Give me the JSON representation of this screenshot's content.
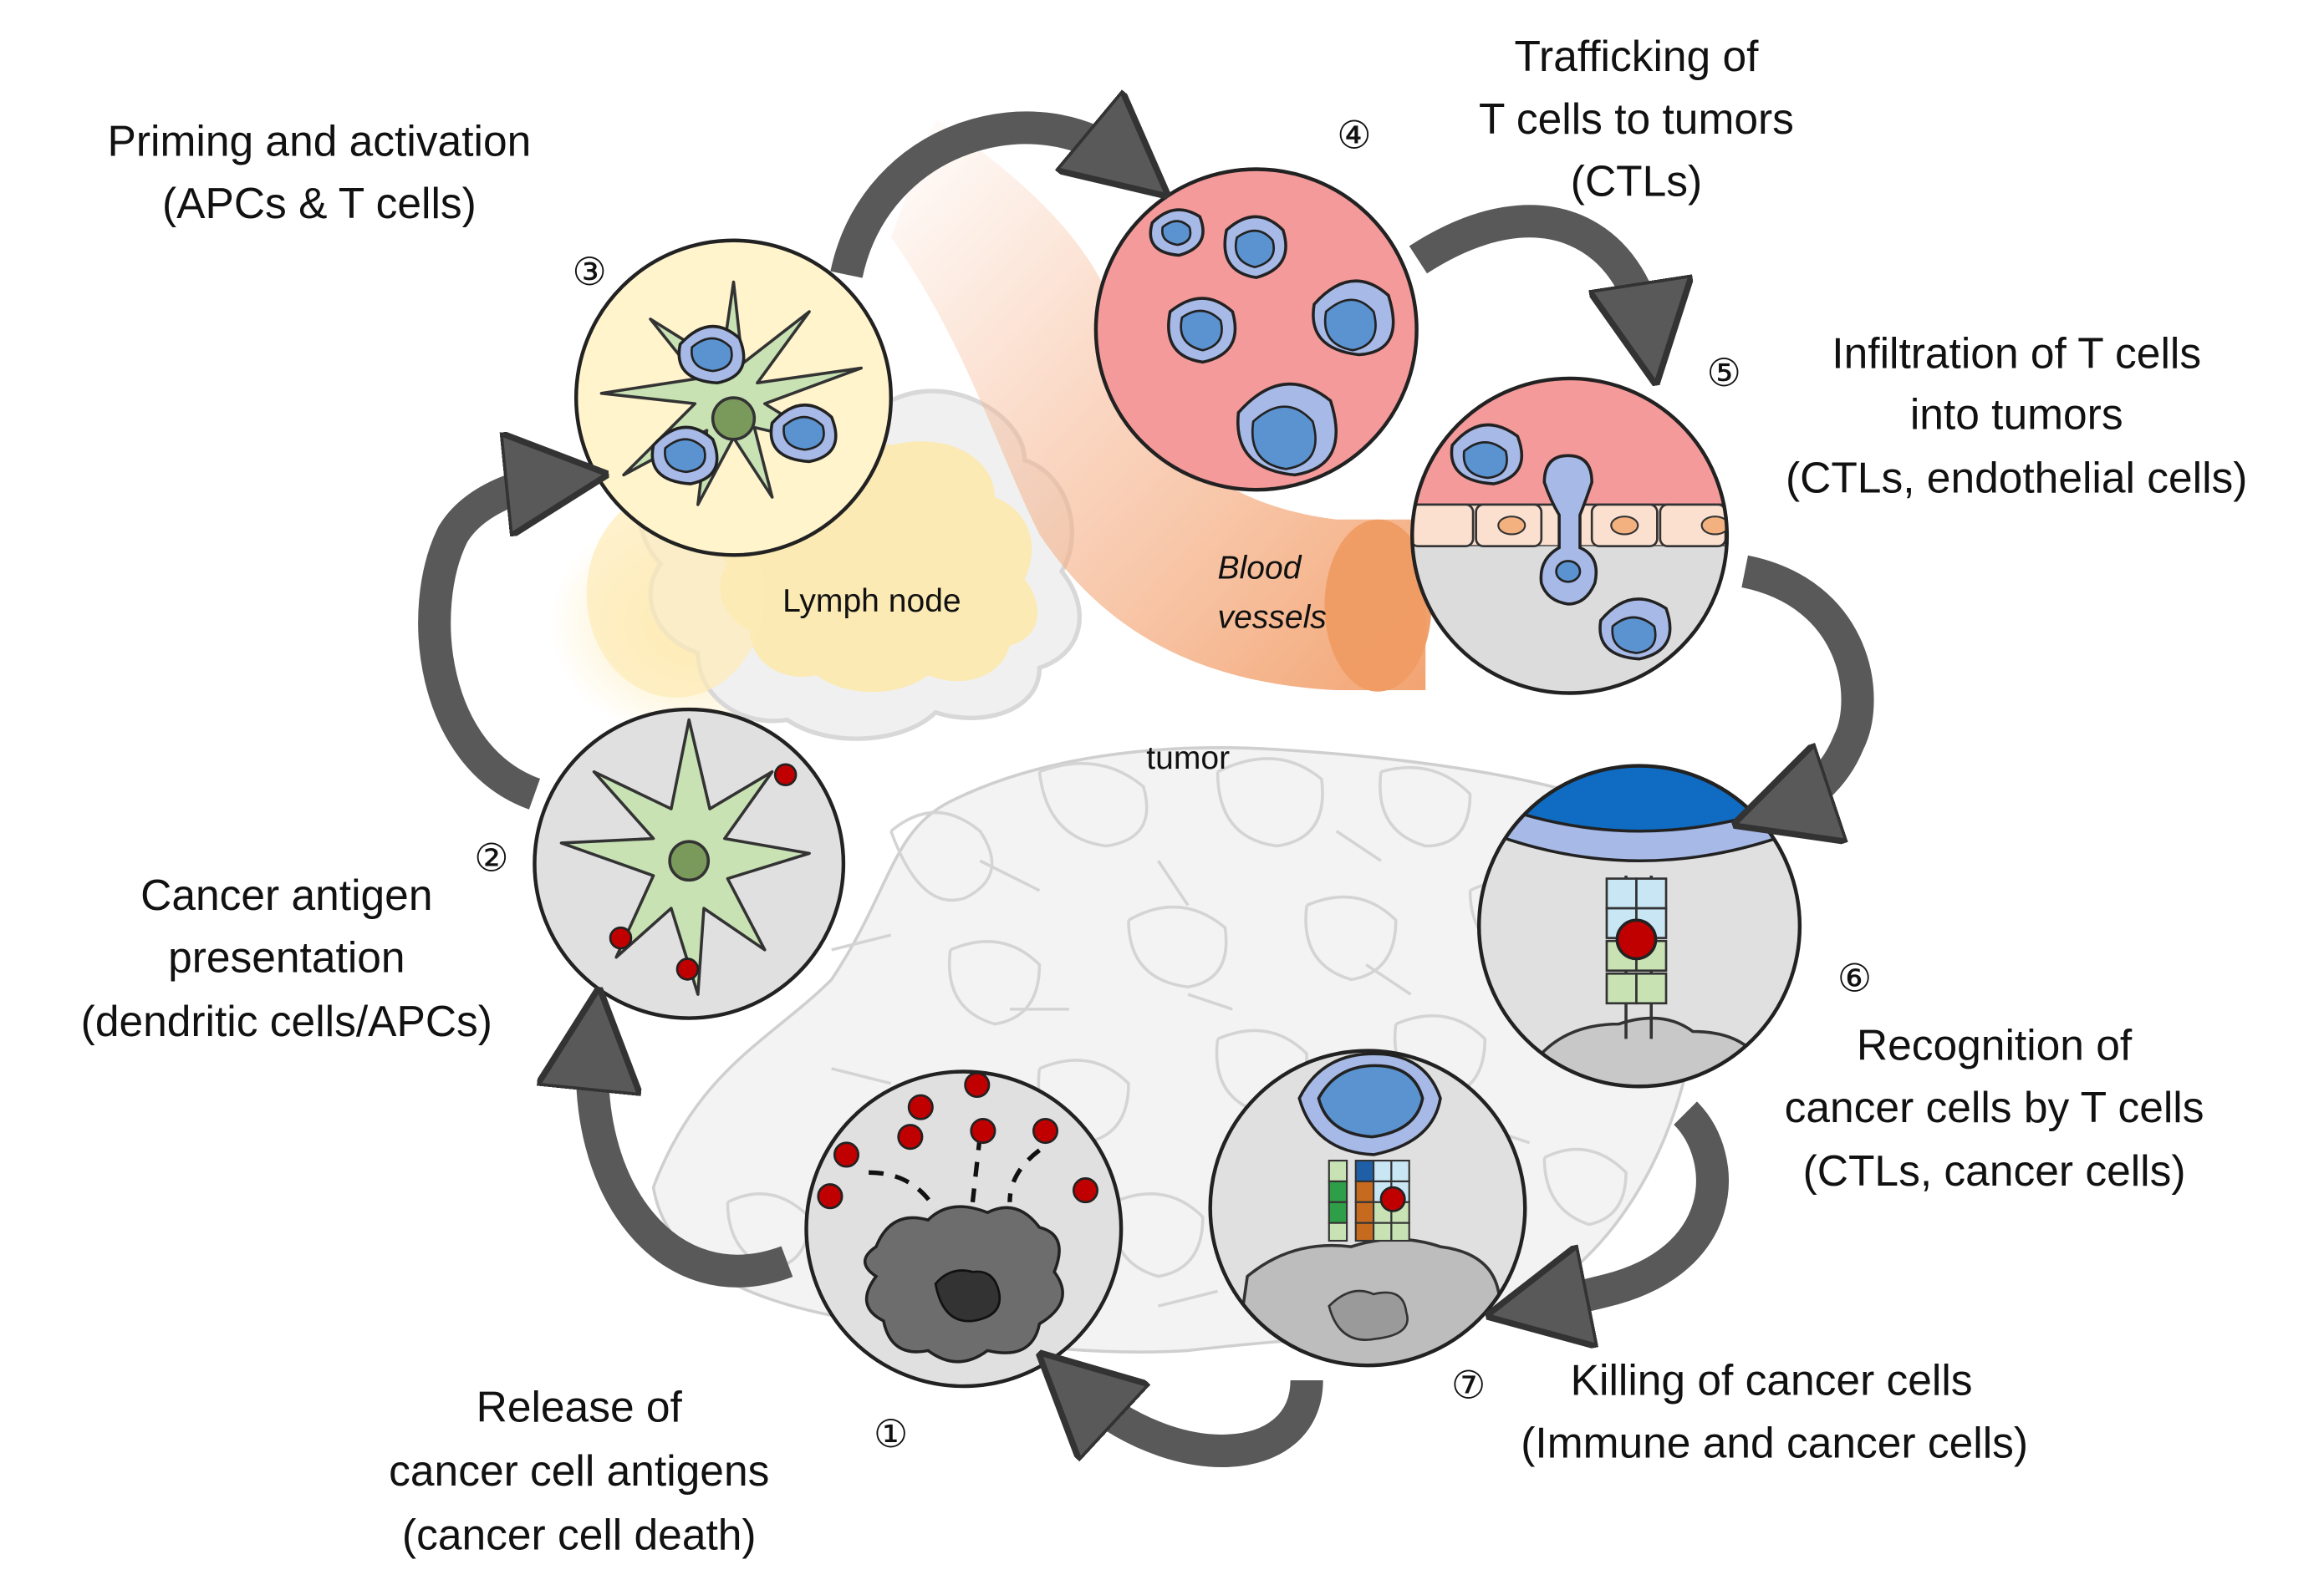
{
  "steps": [
    {
      "number": "①",
      "label": [
        "Release of",
        "cancer cell antigens",
        "(cancer cell death)"
      ]
    },
    {
      "number": "②",
      "label": [
        "Cancer antigen",
        "presentation",
        "(dendritic cells/APCs)"
      ]
    },
    {
      "number": "③",
      "label": [
        "Priming and activation",
        "(APCs & T cells)"
      ]
    },
    {
      "number": "④",
      "label": [
        "Trafficking of",
        "T cells to tumors",
        "(CTLs)"
      ]
    },
    {
      "number": "⑤",
      "label": [
        "Infiltration of T cells",
        "into tumors",
        "(CTLs, endothelial cells)"
      ]
    },
    {
      "number": "⑥",
      "label": [
        "Recognition of",
        "cancer cells by T cells",
        "(CTLs, cancer cells)"
      ]
    },
    {
      "number": "⑦",
      "label": [
        "Killing of cancer cells",
        "(Immune  and cancer cells)"
      ]
    }
  ],
  "annotations": {
    "lymph_node": "Lymph node",
    "blood_vessels": [
      "Blood",
      "vessels"
    ],
    "tumor": "tumor"
  },
  "colors": {
    "dendritic_cell": "#c8e2b4",
    "t_cell": "#5b93d1",
    "t_cell_outline": "#a7b9e6",
    "antigen": "#c00000",
    "vessel": "#f49a9a",
    "arrow": "#595959",
    "lymph_node": "#fde7a6",
    "circle_bg": "#e0e0e0"
  }
}
